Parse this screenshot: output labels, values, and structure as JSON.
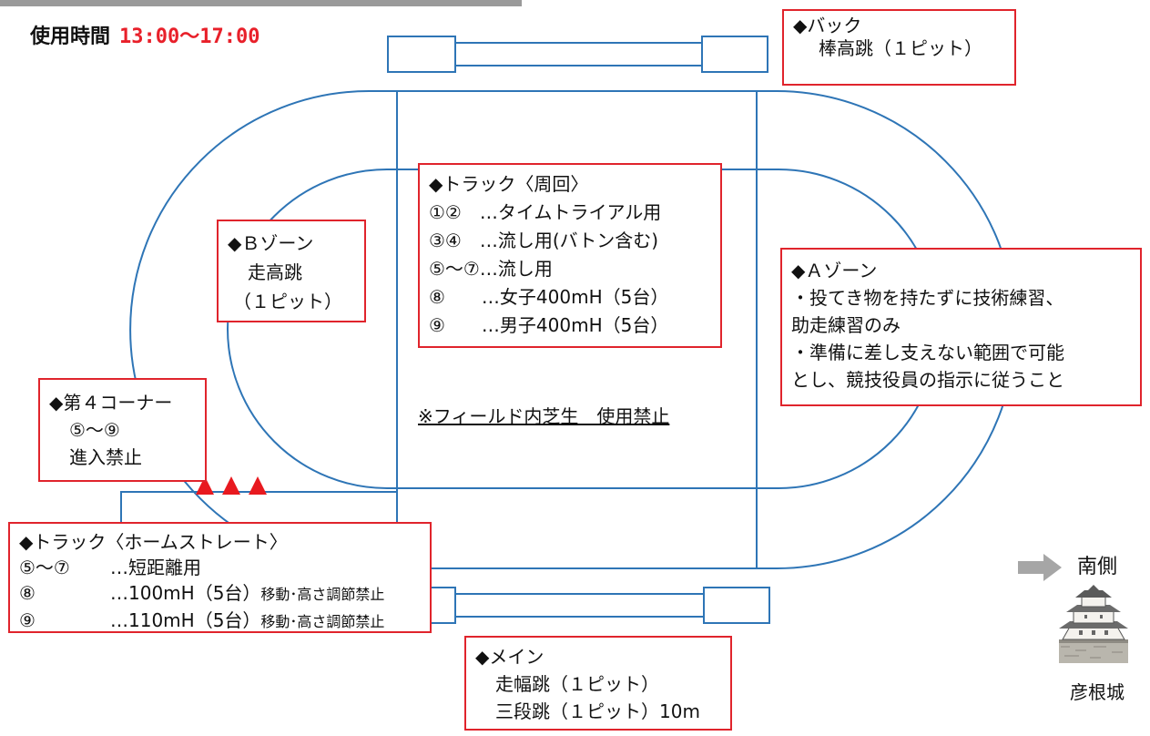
{
  "header": {
    "label": "使用時間",
    "time": "13:00〜17:00"
  },
  "colors": {
    "track": "#2e75b6",
    "callout_border": "#e0242c",
    "warning": "#e8191f",
    "arrow": "#a6a6a6"
  },
  "zones": {
    "back": {
      "title": "◆バック",
      "lines": [
        "棒高跳（１ピット）"
      ]
    },
    "lap": {
      "title": "◆トラック〈周回〉",
      "lines": [
        "①②　…タイムトライアル用",
        "③④　…流し用(バトン含む)",
        "⑤〜⑦…流し用",
        "⑧　　…女子400mH（5台）",
        "⑨　　…男子400mH（5台）"
      ]
    },
    "b_zone": {
      "title": "◆Ｂゾーン",
      "lines": [
        "走高跳",
        "（１ピット）"
      ]
    },
    "a_zone": {
      "title": "◆Ａゾーン",
      "lines": [
        "・投てき物を持たずに技術練習、",
        "助走練習のみ",
        "・準備に差し支えない範囲で可能",
        "とし、競技役員の指示に従うこと"
      ]
    },
    "corner4": {
      "title": "◆第４コーナー",
      "lines": [
        "⑤〜⑨",
        "進入禁止"
      ]
    },
    "home": {
      "title": "◆トラック〈ホームストレート〉",
      "rows": [
        {
          "lane": "⑤〜⑦",
          "text": "…短距離用",
          "note": ""
        },
        {
          "lane": "⑧",
          "text": "…100mH（5台）",
          "note": "移動･高さ調節禁止"
        },
        {
          "lane": "⑨",
          "text": "…110mH（5台）",
          "note": "移動･高さ調節禁止"
        }
      ]
    },
    "main": {
      "title": "◆メイン",
      "lines": [
        "走幅跳（１ピット）",
        "三段跳（１ピット）10m"
      ]
    }
  },
  "field_note": "※フィールド内芝生　使用禁止",
  "direction": {
    "label": "南側",
    "icon": "right-arrow-icon"
  },
  "landmark": {
    "label": "彦根城",
    "icon": "castle-icon"
  }
}
